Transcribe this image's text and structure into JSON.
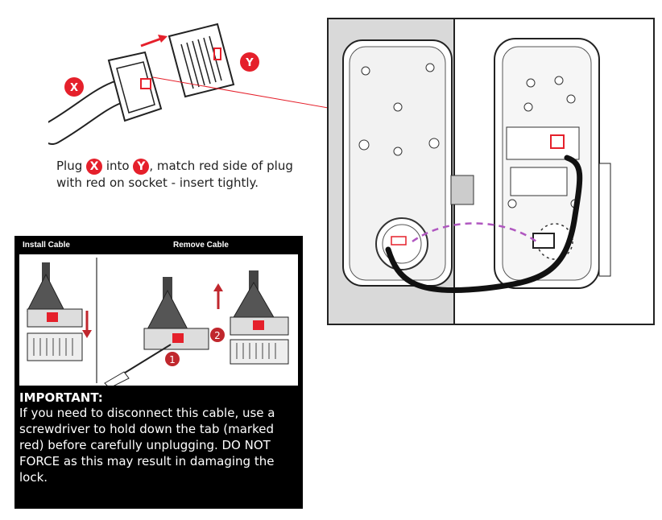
{
  "connector": {
    "label_x": "X",
    "label_y": "Y"
  },
  "instruction": {
    "part1": "Plug",
    "part2": "into",
    "part3": ", match red side of plug with red on socket - insert tightly."
  },
  "panel": {
    "install_header": "Install Cable",
    "remove_header": "Remove Cable",
    "step1": "1",
    "step2": "2",
    "important_title": "IMPORTANT:",
    "important_body": "If you need to disconnect this cable, use a screwdriver to hold down the tab (marked red) before carefully unplugging.  DO NOT FORCE as this may result in damaging the lock."
  },
  "colors": {
    "accent_red": "#e5202b",
    "dashed_purple": "#b057c0",
    "wall_gray": "#d9d9d9"
  }
}
